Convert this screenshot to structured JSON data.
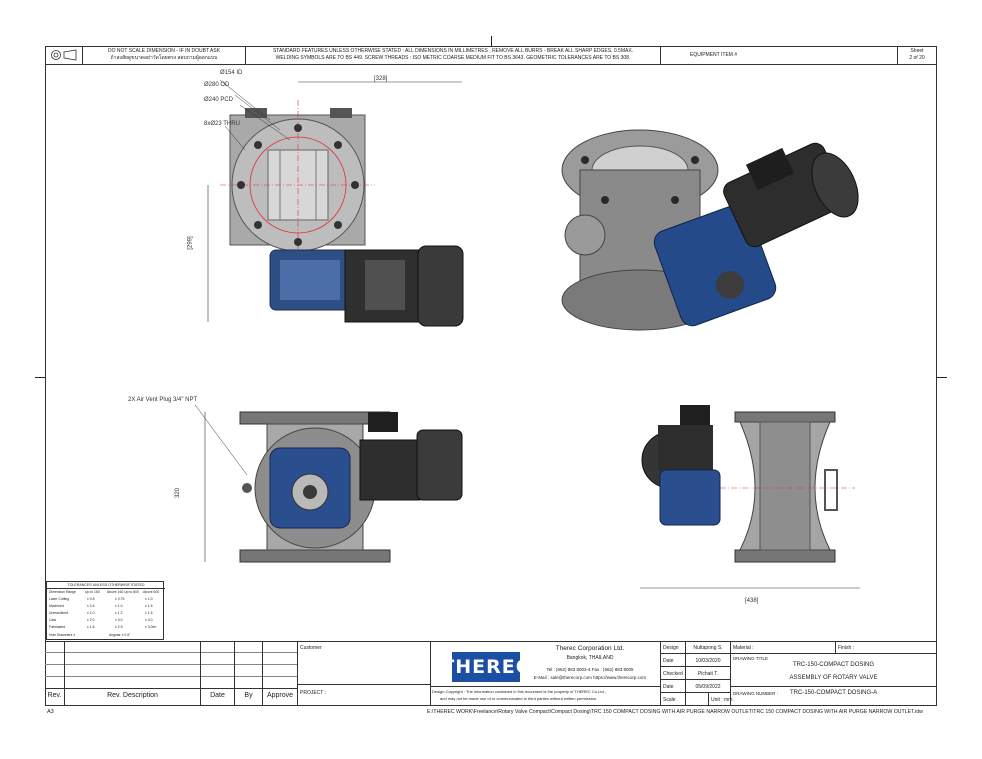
{
  "header": {
    "do_not_scale_1": "DO NOT SCALE DIMENSION - IF IN DOUBT ASK",
    "do_not_scale_2": "ถ้าสงสัยดูขนาดอย่าวัดโดยตรง สอบถามผู้ออกแบบ",
    "standard_1": "STANDARD FEATURES UNLESS OTHERWISE STATED : ALL DIMENSIONS IN MILLIMETRES , REMOVE ALL BURRS - BREAK ALL SHARP EDGES, 0.5MAX.",
    "standard_2": "WELDING SYMBOLS ARE TO BS 449. SCREW THREADS : ISO METRIC COARSE MEDIUM FIT TO BS 3643. GEOMETRIC TOLERANCES ARE TO BS 308.",
    "equipment_item": "EQUIPMENT ITEM #",
    "sheet_label": "Sheet",
    "sheet_value": "2 of 20"
  },
  "annotations": {
    "id": "Ø154 ID",
    "od": "Ø280 OD",
    "pcd": "Ø240 PCD",
    "holes": "8xØ23 THRU",
    "width_top": "[328]",
    "height_left": "[299]",
    "air_vent": "2X Air Vent Plug 3/4\" NPT",
    "height_front": "320",
    "width_side": "[438]"
  },
  "tolerance_table": {
    "title": "TOLERANCES UNLESS OTHERWISE STATED",
    "headers": [
      "Dimension Range",
      "Up to 160",
      "Above 160 Up to 600",
      "Above 600"
    ],
    "rows": [
      [
        "Laser Cutting",
        "± 0.5",
        "± 0.75",
        "± 1.0"
      ],
      [
        "Machined",
        "± 0.4",
        "± 1.0",
        "± 1.5"
      ],
      [
        "Unmachined",
        "± 1.0",
        "± 1.2",
        "± 1.5"
      ],
      [
        "Cast",
        "± 2.0",
        "± 3.0",
        "± 4.0"
      ],
      [
        "Fabricated",
        "± 1.6",
        "± 2.5",
        "± 3.0/m"
      ]
    ],
    "last_row_label": "Hole Diameters ±",
    "last_row_value": "Angular ± 0.5°"
  },
  "revision": {
    "rev": "Rev.",
    "desc": "Rev. Description",
    "date": "Date",
    "by": "By",
    "approve": "Approve",
    "customer": "Customer",
    "project": "PROJECT :"
  },
  "company": {
    "logo": "THEREC",
    "name": "Therec Corporation Ltd.",
    "city": "Bangkok, THAILAND",
    "tel": "Tel : (662) 883 8003-4   Fax : (662) 883 9005",
    "email": "E-Mail : sale@therecorp.com   https://www.therecorp.com",
    "copyright_1": "Design Copyright : The information contained in this document is the property of THEREC Co.Ltd.,",
    "copyright_2": "and may not be made use of or communicated to third parties without written permission."
  },
  "title_block": {
    "design_label": "Design",
    "design_value": "Nuttapong S.",
    "date1_label": "Date",
    "date1_value": "10/03/2020",
    "checked_label": "Checked",
    "checked_value": "Pichait T.",
    "date2_label": "Date",
    "date2_value": "05/09/2022",
    "scale_label": "Scale",
    "unit_label": "Unit : mm.",
    "material_label": "Material :",
    "finish_label": "Finish :",
    "drawing_title_label": "DRAWING TITLE",
    "title_1": "TRC-150-COMPACT DOSING",
    "title_2": "ASSEMBLY OF ROTARY VALVE",
    "drawing_number_label": "DRAWING NUMBER :",
    "drawing_number": "TRC-150-COMPACT DOSING-A"
  },
  "footer": {
    "paper": "A3",
    "path": "E:\\THEREC WORK\\Freelance\\Rotary Valve Compact\\Compact Dosing\\TRC 150 COMPACT DOSING WITH AIR PURGE NARROW OUTLET\\TRC 150 COMPACT DOSING WITH AIR PURGE NARROW OUTLET.idw"
  }
}
